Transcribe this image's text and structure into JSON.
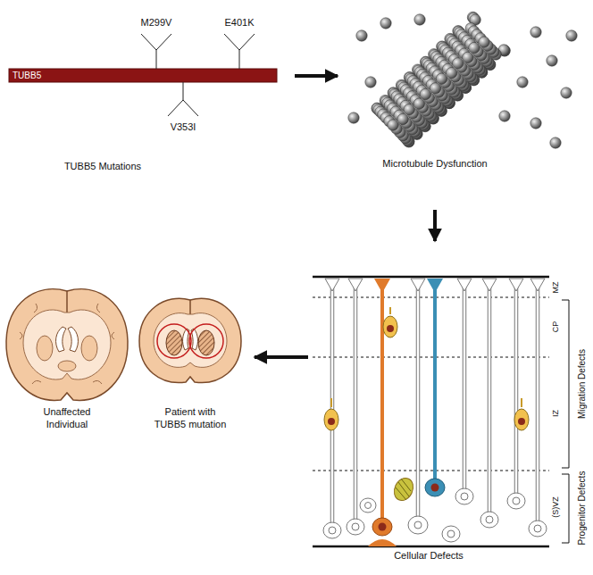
{
  "diagram": {
    "nodes": [
      {
        "text": [
          "TUBB5 Mutations"
        ]
      },
      {
        "text": [
          "Microtubule Dysfunction"
        ]
      },
      {
        "text": [
          "Cellular Defects"
        ]
      },
      {
        "text": [
          "Unaffected Individual"
        ]
      },
      {
        "text": [
          "Patient with TUBB5 mutation"
        ]
      }
    ],
    "edges": [
      {
        "from": 0,
        "to": 1,
        "arrow": "to"
      },
      {
        "from": 1,
        "to": 2,
        "arrow": "to"
      },
      {
        "from": 2,
        "to": 4,
        "arrow": "to"
      }
    ],
    "labels": [
      "TUBB5",
      "M299V",
      "E401K",
      "V353I",
      "MZ",
      "CP",
      "IZ",
      "(S)VZ",
      "Migration Defects",
      "Progenitor Defects"
    ]
  }
}
